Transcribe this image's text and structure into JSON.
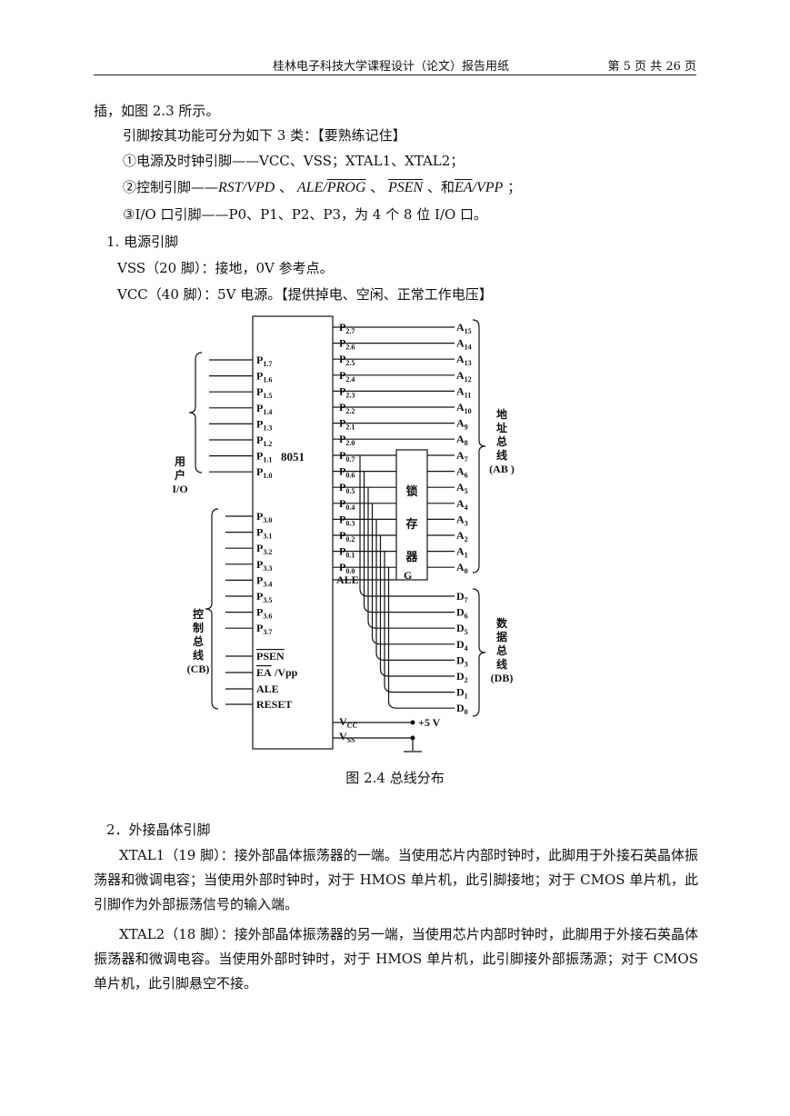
{
  "header": {
    "title": "桂林电子科技大学课程设计（论文）报告用纸",
    "page": "第 5 页 共 26 页"
  },
  "body": {
    "l1": "插，如图 2.3 所示。",
    "l2": "引脚按其功能可分为如下 3 类：【要熟练记住】",
    "l3": "①电源及时钟引脚——VCC、VSS；XTAL1、XTAL2；",
    "l4": {
      "prefix": "②控制引脚——",
      "rst": "RST",
      "vpd": "/VPD",
      "sep1": "、",
      "ale": "ALE",
      "slash": "/",
      "prog": "PROG",
      "sep2": "、",
      "psen": "PSEN",
      "sep3": "、和",
      "ea": "EA",
      "vpp": "/VPP",
      "end": "；"
    },
    "l5": "③I/O 口引脚——P0、P1、P2、P3，为 4 个 8 位 I/O 口。",
    "l6": "1. 电源引脚",
    "l7": "VSS（20 脚）：接地，0V 参考点。",
    "l8": "VCC（40 脚）：5V 电源。【提供掉电、空闲、正常工作电压】",
    "caption": "图 2.4 总线分布",
    "s2": "2．外接晶体引脚",
    "p1": "XTAL1（19 脚）：接外部晶体振荡器的一端。当使用芯片内部时钟时，此脚用于外接石英晶体振荡器和微调电容；当使用外部时钟时，对于 HMOS 单片机，此引脚接地；对于 CMOS 单片机，此引脚作为外部振荡信号的输入端。",
    "p2": "XTAL2（18 脚）：接外部晶体振荡器的另一端，当使用芯片内部时钟时，此脚用于外接石英晶体振荡器和微调电容。当使用外部时钟时，对于 HMOS 单片机，此引脚接外部振荡源；对于 CMOS 单片机，此引脚悬空不接。"
  },
  "diagram": {
    "chip": "8051",
    "p1_pins": [
      {
        "m": "P",
        "s": "1.7"
      },
      {
        "m": "P",
        "s": "1.6"
      },
      {
        "m": "P",
        "s": "1.5"
      },
      {
        "m": "P",
        "s": "1.4"
      },
      {
        "m": "P",
        "s": "1.3"
      },
      {
        "m": "P",
        "s": "1.2"
      },
      {
        "m": "P",
        "s": "1.1"
      },
      {
        "m": "P",
        "s": "1.0"
      }
    ],
    "p3_pins": [
      {
        "m": "P",
        "s": "3.0"
      },
      {
        "m": "P",
        "s": "3.1"
      },
      {
        "m": "P",
        "s": "3.2"
      },
      {
        "m": "P",
        "s": "3.3"
      },
      {
        "m": "P",
        "s": "3.4"
      },
      {
        "m": "P",
        "s": "3.5"
      },
      {
        "m": "P",
        "s": "3.6"
      },
      {
        "m": "P",
        "s": "3.7"
      }
    ],
    "ctrl_pins": {
      "psen": "PSEN",
      "ea": "EA",
      "vpp": " /Vpp",
      "ale": "ALE",
      "reset": "RESET"
    },
    "p2_pins": [
      {
        "m": "P",
        "s": "2.7"
      },
      {
        "m": "P",
        "s": "2.6"
      },
      {
        "m": "P",
        "s": "2.5"
      },
      {
        "m": "P",
        "s": "2.4"
      },
      {
        "m": "P",
        "s": "2.3"
      },
      {
        "m": "P",
        "s": "2.2"
      },
      {
        "m": "P",
        "s": "2.1"
      },
      {
        "m": "P",
        "s": "2.0"
      }
    ],
    "p0_pins": [
      {
        "m": "P",
        "s": "0.7"
      },
      {
        "m": "P",
        "s": "0.6"
      },
      {
        "m": "P",
        "s": "0.5"
      },
      {
        "m": "P",
        "s": "0.4"
      },
      {
        "m": "P",
        "s": "0.3"
      },
      {
        "m": "P",
        "s": "0.2"
      },
      {
        "m": "P",
        "s": "0.1"
      },
      {
        "m": "P",
        "s": "0.0"
      }
    ],
    "ale_right": "ALE",
    "addr_hi": [
      {
        "m": "A",
        "s": "15"
      },
      {
        "m": "A",
        "s": "14"
      },
      {
        "m": "A",
        "s": "13"
      },
      {
        "m": "A",
        "s": "12"
      },
      {
        "m": "A",
        "s": "11"
      },
      {
        "m": "A",
        "s": "10"
      },
      {
        "m": "A",
        "s": "9"
      },
      {
        "m": "A",
        "s": "8"
      }
    ],
    "addr_lo": [
      {
        "m": "A",
        "s": "7"
      },
      {
        "m": "A",
        "s": "6"
      },
      {
        "m": "A",
        "s": "5"
      },
      {
        "m": "A",
        "s": "4"
      },
      {
        "m": "A",
        "s": "3"
      },
      {
        "m": "A",
        "s": "2"
      },
      {
        "m": "A",
        "s": "1"
      },
      {
        "m": "A",
        "s": "0"
      }
    ],
    "data": [
      {
        "m": "D",
        "s": "7"
      },
      {
        "m": "D",
        "s": "6"
      },
      {
        "m": "D",
        "s": "5"
      },
      {
        "m": "D",
        "s": "4"
      },
      {
        "m": "D",
        "s": "3"
      },
      {
        "m": "D",
        "s": "2"
      },
      {
        "m": "D",
        "s": "1"
      },
      {
        "m": "D",
        "s": "0"
      }
    ],
    "latch": [
      "锁",
      "存",
      "器"
    ],
    "latch_g": "G",
    "vcc": {
      "m": "V",
      "s": "CC"
    },
    "vss": {
      "m": "V",
      "s": "SS"
    },
    "plus5v": "+5 V",
    "label_user_io": [
      "用",
      "户",
      "I/O"
    ],
    "label_cb": [
      "控",
      "制",
      "总",
      "线",
      "(CB)"
    ],
    "label_ab": [
      "地",
      "址",
      "总",
      "线",
      "(AB )"
    ],
    "label_db": [
      "数",
      "据",
      "总",
      "线",
      "(DB)"
    ]
  }
}
